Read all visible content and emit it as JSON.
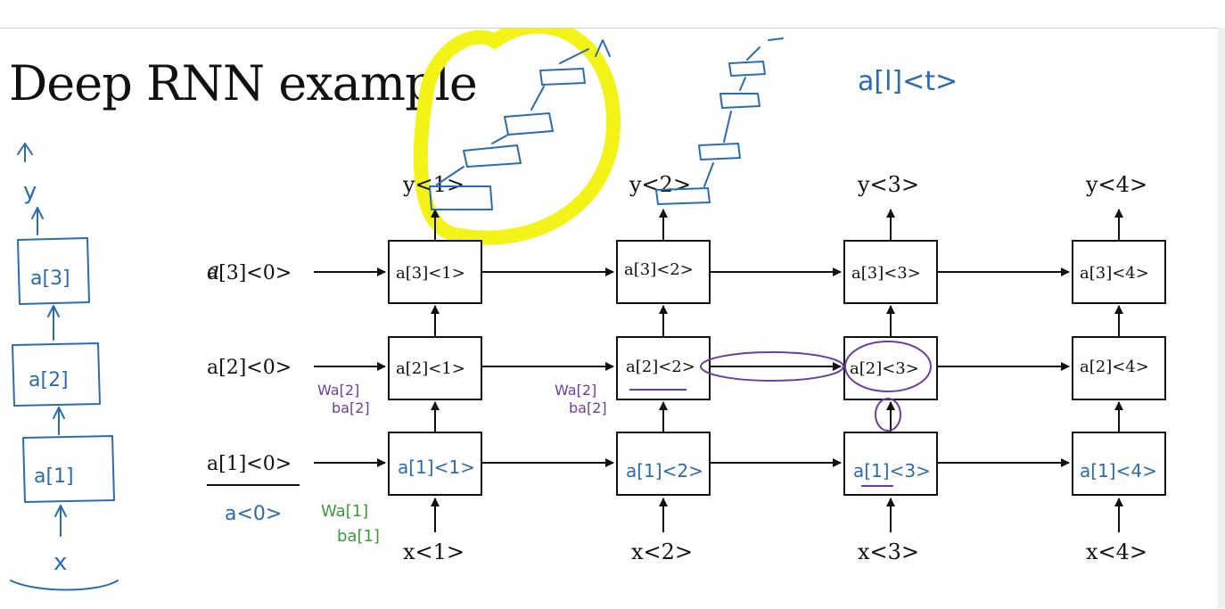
{
  "slide": {
    "title": "Deep RNN example"
  },
  "diagram": {
    "outputs": [
      "y<1>",
      "y<2>",
      "y<3>",
      "y<4>"
    ],
    "inputs": [
      "x<1>",
      "x<2>",
      "x<3>",
      "x<4>"
    ],
    "initial_states": [
      "a[3]<0>",
      "a[2]<0>",
      "a[1]<0>"
    ],
    "cells": {
      "layer3": [
        "a[3]<1>",
        "a[3]<2>",
        "a[3]<3>",
        "a[3]<4>"
      ],
      "layer2": [
        "a[2]<1>",
        "a[2]<2>",
        "a[2]<3>",
        "a[2]<4>"
      ],
      "layer1": [
        "a[1]<1>",
        "a[1]<2>",
        "a[1]<3>",
        "a[1]<4>"
      ]
    }
  },
  "annotations": {
    "notation": "a[l]<t>",
    "left_stack": [
      "y",
      "a[3]",
      "a[2]",
      "a[1]",
      "x"
    ],
    "a0": "a<0>",
    "weights_l1": [
      "Wa[1]",
      "ba[1]"
    ],
    "weights_l2_col1": [
      "Wa[2]",
      "ba[2]"
    ],
    "weights_l2_col2": [
      "Wa[2]",
      "ba[2]"
    ]
  },
  "colors": {
    "ink_blue": "#2b6cb0",
    "ink_purple": "#6b3fa0",
    "ink_green": "#3a9a3a",
    "highlight": "#f3f317"
  }
}
